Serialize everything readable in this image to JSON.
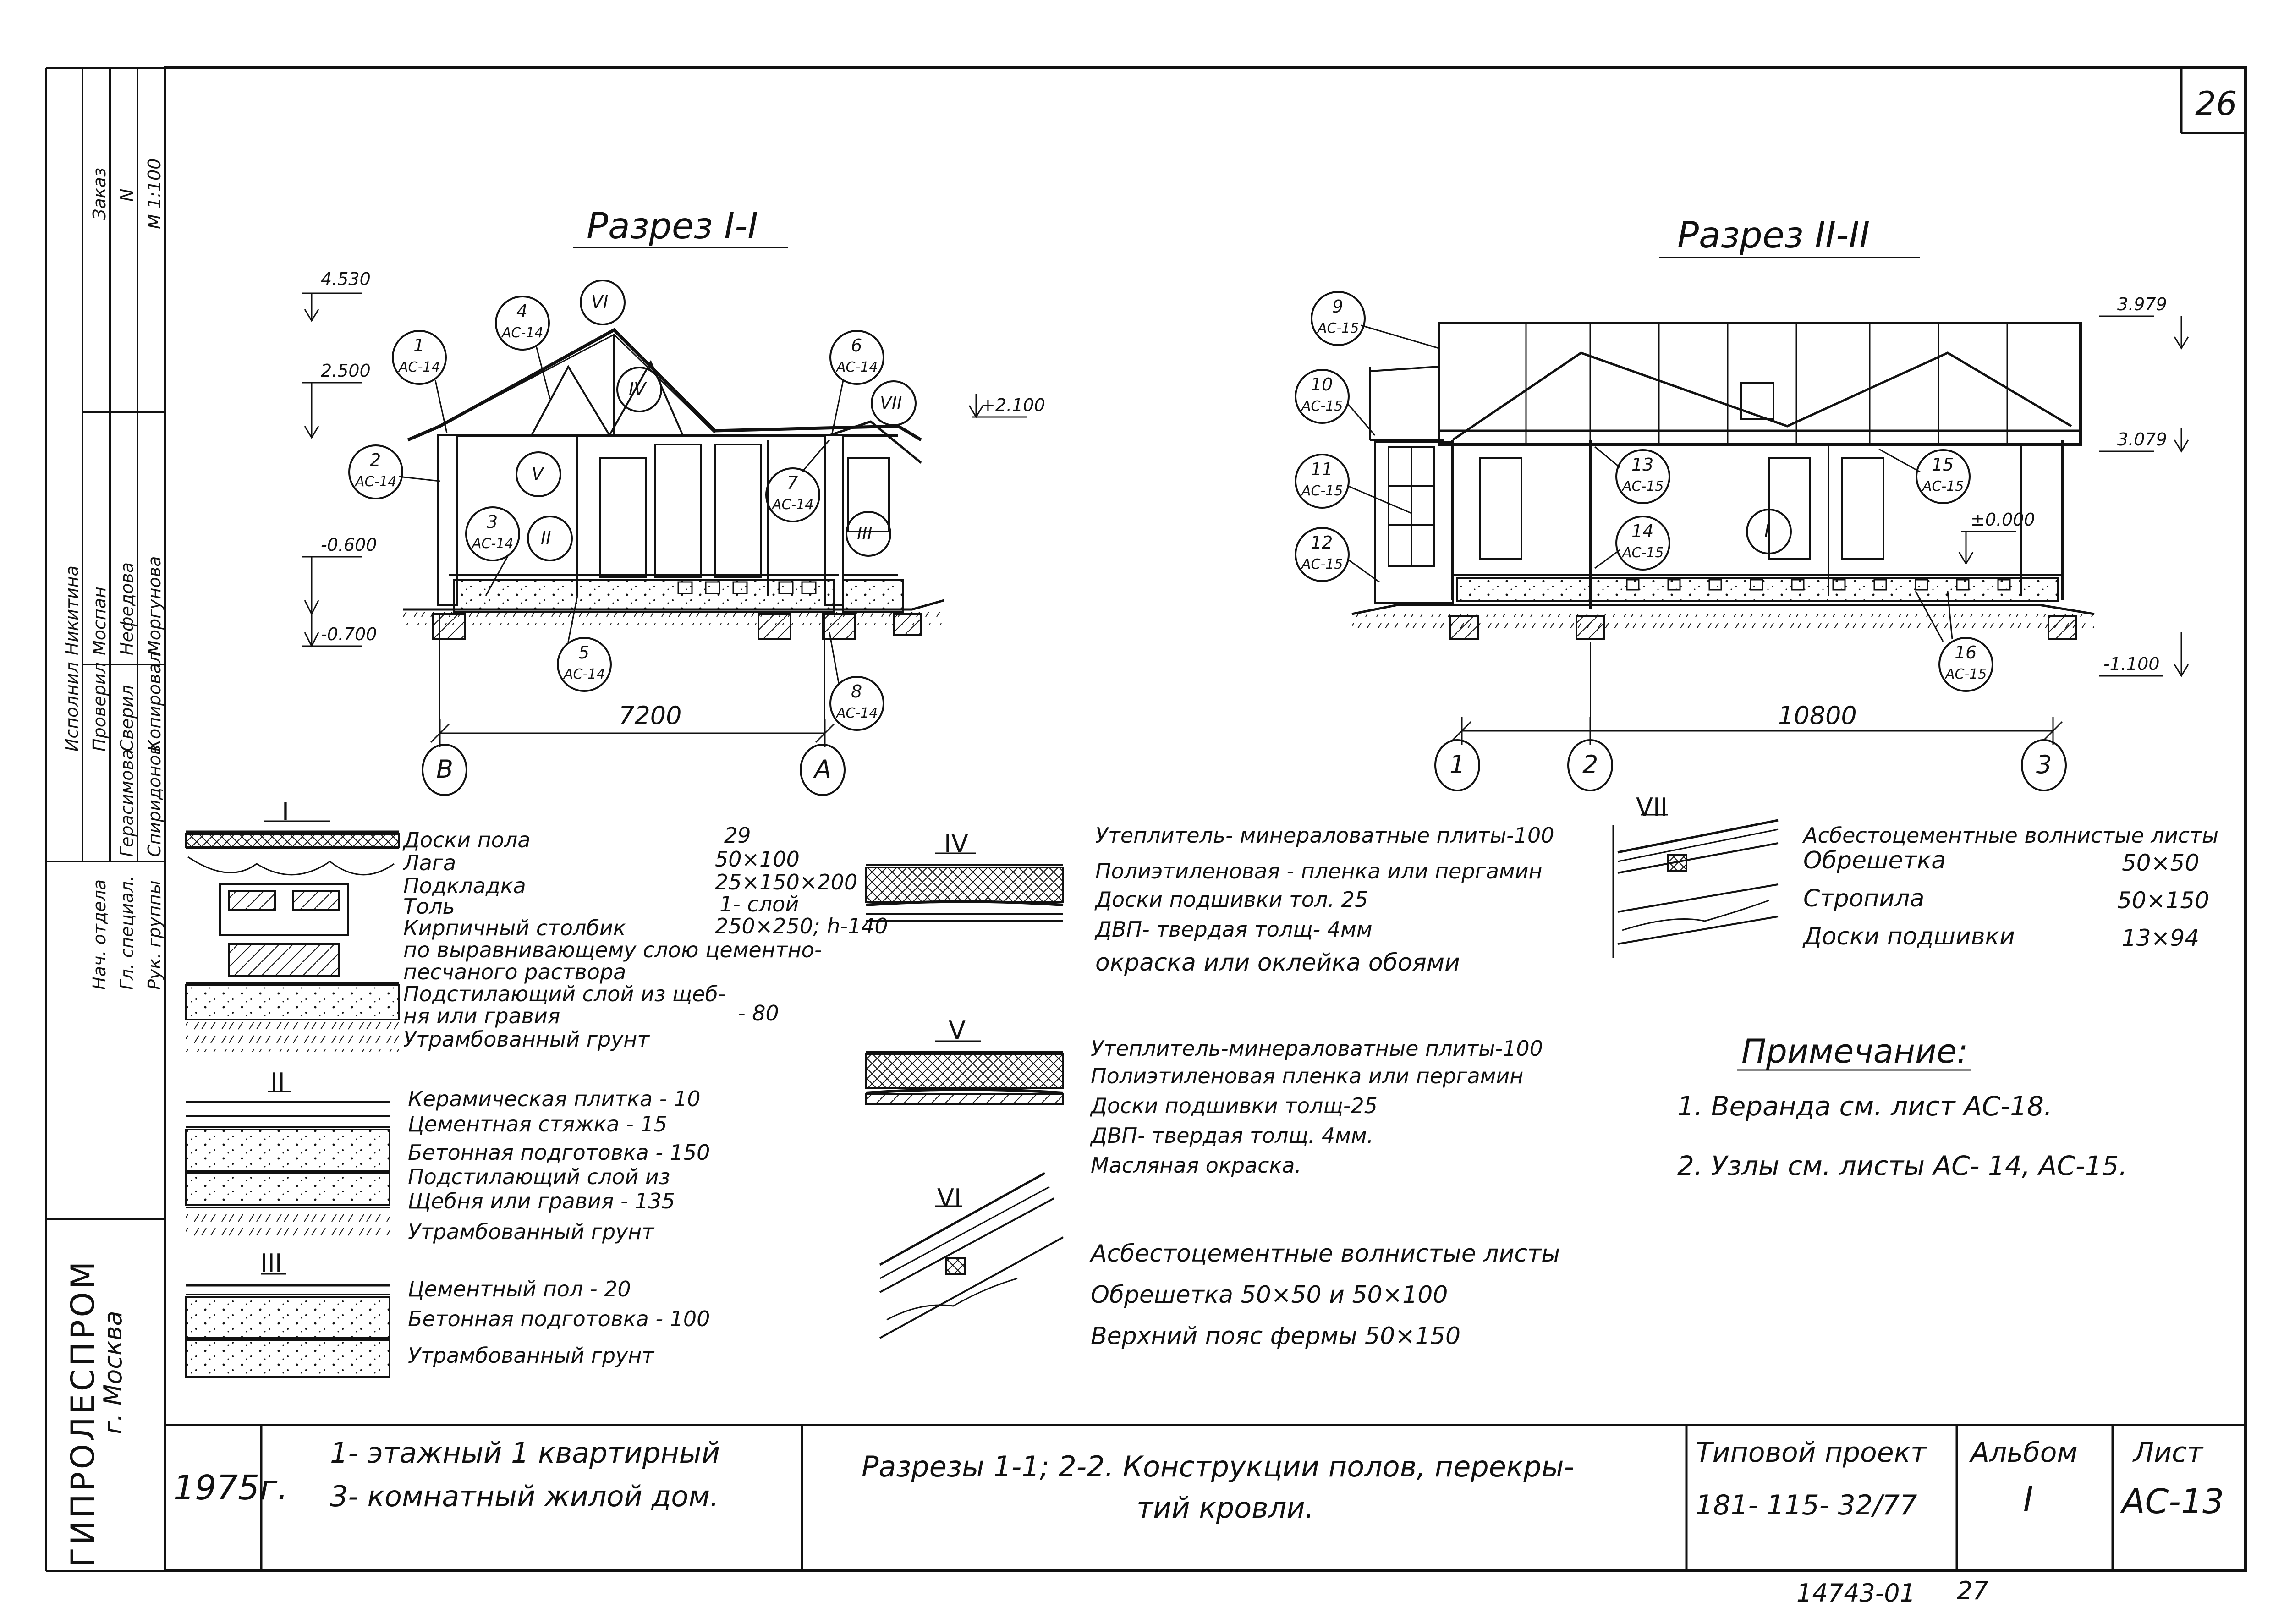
{
  "sheet": {
    "sheet_no": "26",
    "archive_no": "14743-01",
    "archive_page": "27"
  },
  "left_strip": {
    "org": "ГИПРОЛЕСПРОМ",
    "city": "г. Москва",
    "roles": [
      "Нач. отдела",
      "Гл. специал.",
      "Рук. группы",
      "Проверил",
      "Сверил",
      "Копировал",
      "Исполнил"
    ],
    "names": [
      "Герасимова",
      "Спиридонов",
      "Моспан",
      "Нефедова",
      "Моргунова",
      "Никитина"
    ],
    "order": [
      "Заказ",
      "N",
      "М 1:100"
    ]
  },
  "section1": {
    "title": "Разрез I-I",
    "levels": [
      "4.530",
      "2.500",
      "+2.100",
      "-0.600",
      "-0.700"
    ],
    "dimension": "7200",
    "axes": [
      "В",
      "А"
    ],
    "callouts": [
      {
        "n": "1",
        "ref": "АС-14"
      },
      {
        "n": "2",
        "ref": "АС-14"
      },
      {
        "n": "3",
        "ref": "АС-14"
      },
      {
        "n": "4",
        "ref": "АС-14"
      },
      {
        "n": "5",
        "ref": "АС-14"
      },
      {
        "n": "6",
        "ref": "АС-14"
      },
      {
        "n": "7",
        "ref": "АС-14"
      },
      {
        "n": "8",
        "ref": "АС-14"
      }
    ],
    "roman": [
      "VI",
      "IV",
      "V",
      "II",
      "III",
      "VII"
    ]
  },
  "section2": {
    "title": "Разрез II-II",
    "levels": [
      "3.979",
      "3.079",
      "±0.000",
      "-1.100"
    ],
    "dimension": "10800",
    "axes": [
      "1",
      "2",
      "3"
    ],
    "callouts": [
      {
        "n": "9",
        "ref": "АС-15"
      },
      {
        "n": "10",
        "ref": "АС-15"
      },
      {
        "n": "11",
        "ref": "АС-15"
      },
      {
        "n": "12",
        "ref": "АС-15"
      },
      {
        "n": "13",
        "ref": "АС-15"
      },
      {
        "n": "14",
        "ref": "АС-15"
      },
      {
        "n": "15",
        "ref": "АС-15"
      },
      {
        "n": "16",
        "ref": "АС-15"
      }
    ],
    "roman": [
      "I"
    ]
  },
  "legend": {
    "I": {
      "mark": "I",
      "lines": [
        {
          "text": "Доски пола",
          "val": "29"
        },
        {
          "text": "Лага",
          "val": "50×100"
        },
        {
          "text": "Подкладка",
          "val": "25×150×200"
        },
        {
          "text": "Толь",
          "val": "1- слой"
        },
        {
          "text": "Кирпичный столбик",
          "val": "250×250; h-140"
        },
        {
          "text": "по выравнивающему слою цементно-",
          "val": ""
        },
        {
          "text": "песчаного раствора",
          "val": ""
        },
        {
          "text": "Подстилающий слой из щеб-",
          "val": ""
        },
        {
          "text": "ня или гравия",
          "val": "- 80"
        },
        {
          "text": "Утрамбованный грунт",
          "val": ""
        }
      ]
    },
    "II": {
      "mark": "II",
      "lines": [
        "Керамическая плитка - 10",
        "Цементная стяжка - 15",
        "Бетонная подготовка - 150",
        "Подстилающий слой из",
        "Щебня или гравия - 135",
        "Утрамбованный грунт"
      ]
    },
    "III": {
      "mark": "III",
      "lines": [
        "Цементный пол - 20",
        "Бетонная подготовка - 100",
        "Утрамбованный грунт"
      ]
    },
    "IV": {
      "mark": "IV",
      "lines": [
        "Утеплитель- минераловатные плиты-100",
        "Полиэтиленовая - пленка или пергамин",
        "Доски подшивки тол. 25",
        "ДВП- твердая толщ- 4мм",
        "окраска или оклейка обоями"
      ]
    },
    "V": {
      "mark": "V",
      "lines": [
        "Утеплитель-минераловатные плиты-100",
        "Полиэтиленовая пленка или пергамин",
        "Доски подшивки толщ-25",
        "ДВП- твердая толщ. 4мм.",
        "Масляная окраска."
      ]
    },
    "VI": {
      "mark": "VI",
      "lines": [
        "Асбестоцементные волнистые листы",
        "Обрешетка 50×50 и 50×100",
        "Верхний пояс фермы 50×150"
      ]
    },
    "VII": {
      "mark": "VII",
      "lines": [
        {
          "text": "Асбестоцементные волнистые листы",
          "val": ""
        },
        {
          "text": "Обрешетка",
          "val": "50×50"
        },
        {
          "text": "Стропила",
          "val": "50×150"
        },
        {
          "text": "Доски подшивки",
          "val": "13×94"
        }
      ]
    }
  },
  "notes": {
    "title": "Примечание:",
    "items": [
      "1. Веранда см. лист АС-18.",
      "2. Узлы см. листы АС- 14, АС-15."
    ]
  },
  "title_block": {
    "year": "1975г.",
    "building_line1": "1- этажный 1 квартирный",
    "building_line2": "3- комнатный жилой дом.",
    "drawing_line1": "Разрезы 1-1; 2-2. Конструкции полов, перекры-",
    "drawing_line2": "тий кровли.",
    "project_label": "Типовой проект",
    "project_no": "181- 115- 32/77",
    "album_label": "Альбом",
    "album_no": "I",
    "sheet_label": "Лист",
    "sheet_code": "АС-13"
  }
}
